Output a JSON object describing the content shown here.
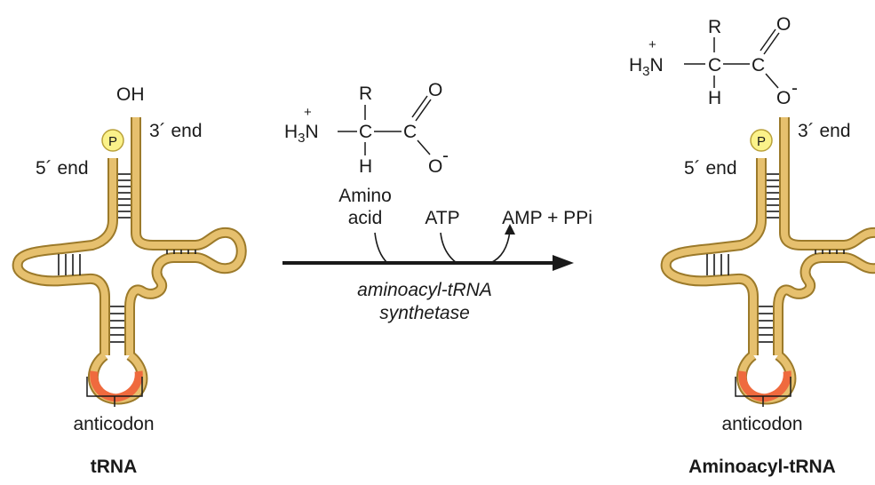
{
  "colors": {
    "strand_fill": "#e6c06e",
    "strand_stroke": "#9c7a2a",
    "anticodon": "#ef6a3e",
    "phosphate_fill": "#fbf28a",
    "phosphate_stroke": "#b9a13a",
    "ink": "#1a1a1a"
  },
  "left": {
    "oh_label": "OH",
    "three_end": "3´ end",
    "five_end": "5´ end",
    "phosphate": "P",
    "anticodon": "anticodon",
    "caption": "tRNA"
  },
  "reaction": {
    "amino_acid": {
      "plus": "+",
      "h3n": "H",
      "h3n_sub": "3",
      "h3n_n": "N",
      "r": "R",
      "c_alpha": "C",
      "c_carboxyl": "C",
      "h": "H",
      "o_double": "O",
      "o_minus": "O",
      "minus": "-"
    },
    "amino_label_1": "Amino",
    "amino_label_2": "acid",
    "atp": "ATP",
    "products": "AMP + PPi",
    "enzyme_1": "aminoacyl-tRNA",
    "enzyme_2": "synthetase"
  },
  "right": {
    "amino_acid": {
      "plus": "+",
      "h3n": "H",
      "h3n_sub": "3",
      "h3n_n": "N",
      "r": "R",
      "c_alpha": "C",
      "c_carboxyl": "C",
      "h": "H",
      "o_double": "O",
      "o_link": "O",
      "minus": "-"
    },
    "three_end": "3´ end",
    "five_end": "5´ end",
    "phosphate": "P",
    "anticodon": "anticodon",
    "caption": "Aminoacyl-tRNA"
  }
}
